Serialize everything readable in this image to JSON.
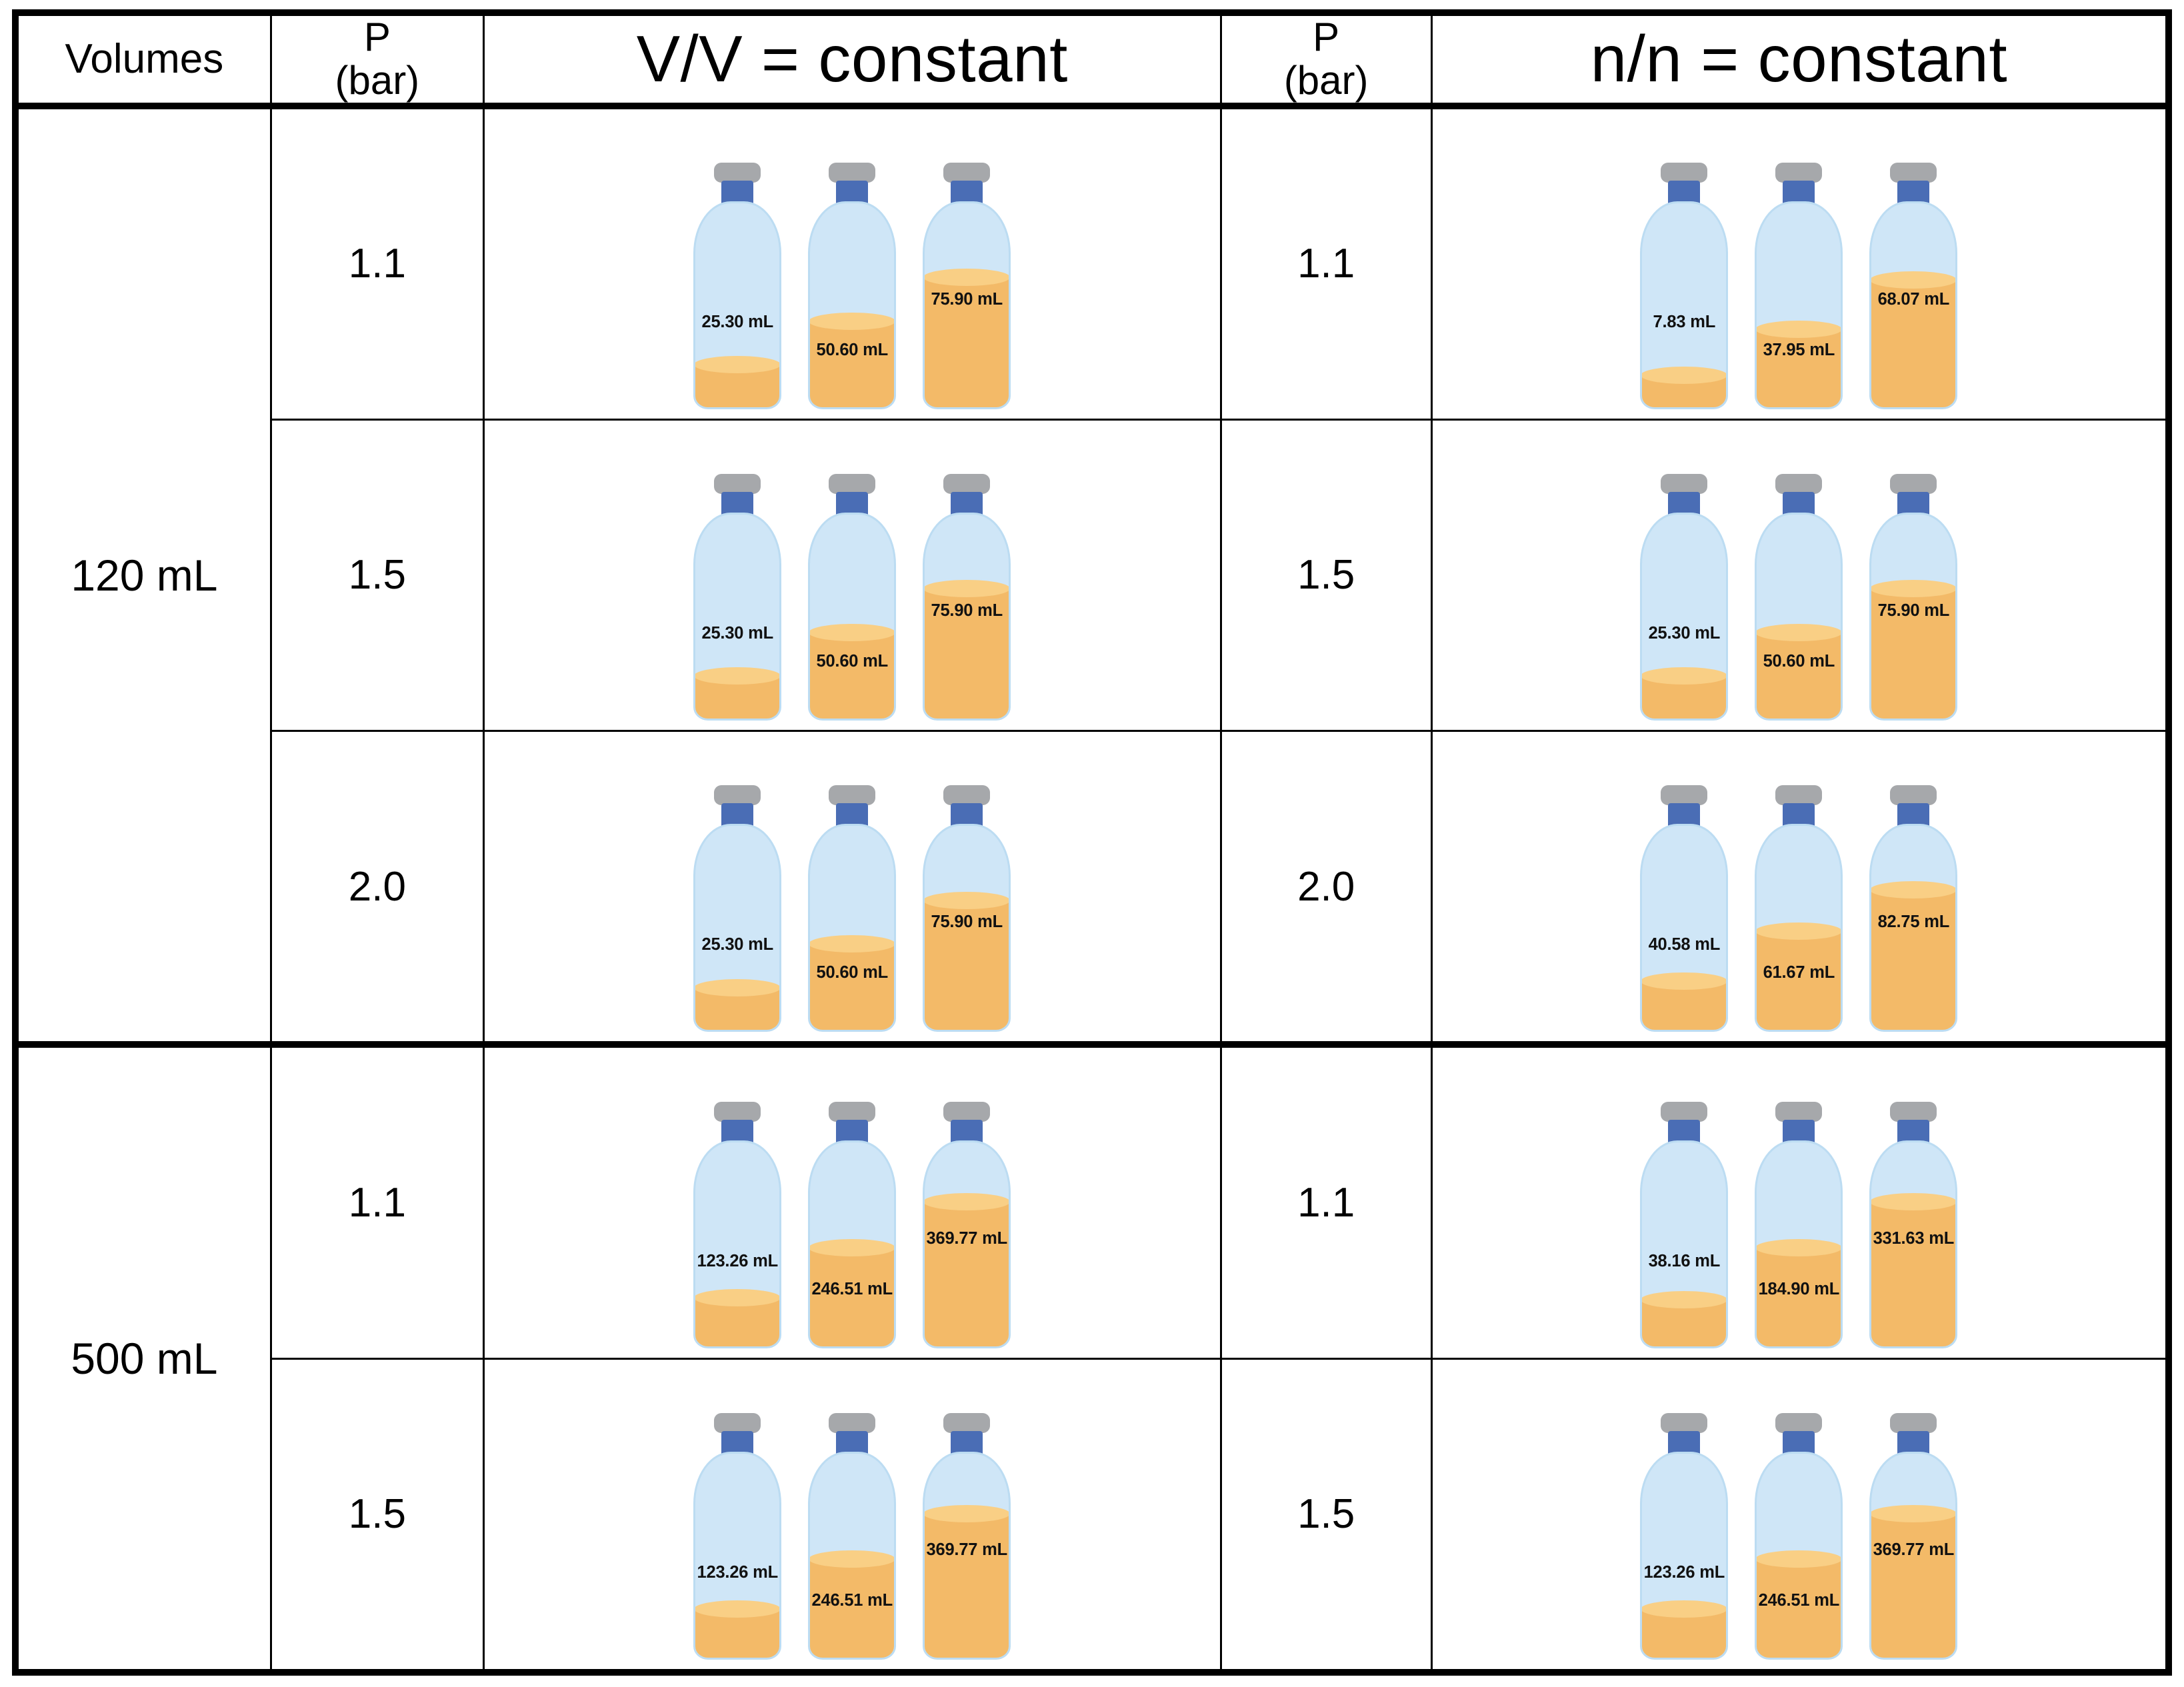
{
  "header": {
    "volumes_label": "Volumes",
    "p_label_line1": "P",
    "p_label_line2": "(bar)",
    "left_condition": "V/V = constant",
    "p_label2_line1": "P",
    "p_label2_line2": "(bar)",
    "right_condition": "n/n = constant"
  },
  "colors": {
    "cap": "#a6a8ab",
    "collar": "#4a6db5",
    "glass": "#cfe6f7",
    "glass_edge": "#bcdcf2",
    "liquid": "#f3ba68",
    "liquid_top": "#f9cf85",
    "border": "#000000",
    "text": "#000000"
  },
  "sections": [
    {
      "volume_label": "120 mL",
      "capacity_ml": 120,
      "rows": [
        {
          "pressure_left": "1.1",
          "pressure_right": "1.1",
          "left_vials": [
            {
              "label": "25.30 mL",
              "value": 25.3,
              "fill_pct": 21
            },
            {
              "label": "50.60 mL",
              "value": 50.6,
              "fill_pct": 42
            },
            {
              "label": "75.90 mL",
              "value": 75.9,
              "fill_pct": 63
            }
          ],
          "right_vials": [
            {
              "label": "7.83 mL",
              "value": 7.83,
              "fill_pct": 16
            },
            {
              "label": "37.95 mL",
              "value": 37.95,
              "fill_pct": 38
            },
            {
              "label": "68.07 mL",
              "value": 68.07,
              "fill_pct": 62
            }
          ]
        },
        {
          "pressure_left": "1.5",
          "pressure_right": "1.5",
          "left_vials": [
            {
              "label": "25.30 mL",
              "value": 25.3,
              "fill_pct": 21
            },
            {
              "label": "50.60 mL",
              "value": 50.6,
              "fill_pct": 42
            },
            {
              "label": "75.90 mL",
              "value": 75.9,
              "fill_pct": 63
            }
          ],
          "right_vials": [
            {
              "label": "25.30 mL",
              "value": 25.3,
              "fill_pct": 21
            },
            {
              "label": "50.60 mL",
              "value": 50.6,
              "fill_pct": 42
            },
            {
              "label": "75.90 mL",
              "value": 75.9,
              "fill_pct": 63
            }
          ]
        },
        {
          "pressure_left": "2.0",
          "pressure_right": "2.0",
          "left_vials": [
            {
              "label": "25.30 mL",
              "value": 25.3,
              "fill_pct": 21
            },
            {
              "label": "50.60 mL",
              "value": 50.6,
              "fill_pct": 42
            },
            {
              "label": "75.90 mL",
              "value": 75.9,
              "fill_pct": 63
            }
          ],
          "right_vials": [
            {
              "label": "40.58 mL",
              "value": 40.58,
              "fill_pct": 24
            },
            {
              "label": "61.67 mL",
              "value": 61.67,
              "fill_pct": 48
            },
            {
              "label": "82.75 mL",
              "value": 82.75,
              "fill_pct": 68
            }
          ]
        }
      ]
    },
    {
      "volume_label": "500 mL",
      "capacity_ml": 500,
      "rows": [
        {
          "pressure_left": "1.1",
          "pressure_right": "1.1",
          "left_vials": [
            {
              "label": "123.26 mL",
              "value": 123.26,
              "fill_pct": 24
            },
            {
              "label": "246.51 mL",
              "value": 246.51,
              "fill_pct": 48
            },
            {
              "label": "369.77 mL",
              "value": 369.77,
              "fill_pct": 70
            }
          ],
          "right_vials": [
            {
              "label": "38.16 mL",
              "value": 38.16,
              "fill_pct": 23
            },
            {
              "label": "184.90 mL",
              "value": 184.9,
              "fill_pct": 48
            },
            {
              "label": "331.63 mL",
              "value": 331.63,
              "fill_pct": 70
            }
          ]
        },
        {
          "pressure_left": "1.5",
          "pressure_right": "1.5",
          "left_vials": [
            {
              "label": "123.26 mL",
              "value": 123.26,
              "fill_pct": 24
            },
            {
              "label": "246.51 mL",
              "value": 246.51,
              "fill_pct": 48
            },
            {
              "label": "369.77 mL",
              "value": 369.77,
              "fill_pct": 70
            }
          ],
          "right_vials": [
            {
              "label": "123.26 mL",
              "value": 123.26,
              "fill_pct": 24
            },
            {
              "label": "246.51 mL",
              "value": 246.51,
              "fill_pct": 48
            },
            {
              "label": "369.77 mL",
              "value": 369.77,
              "fill_pct": 70
            }
          ]
        }
      ]
    }
  ]
}
